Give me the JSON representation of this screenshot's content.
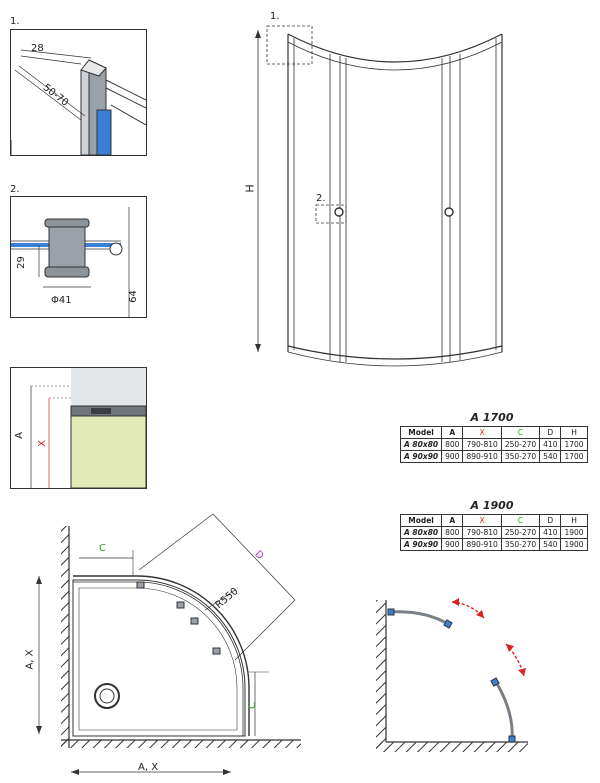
{
  "detail1": {
    "label": "1.",
    "dim_a": "28",
    "dim_b": "50-70"
  },
  "detail2": {
    "label": "2.",
    "dim_a": "29",
    "dim_b": "64",
    "dim_c": "Φ41"
  },
  "detail3": {
    "dim_a": "A",
    "dim_x": "X"
  },
  "front_view": {
    "marker1": "1.",
    "marker2": "2.",
    "height_label": "H"
  },
  "plan_view": {
    "dim_c": "C",
    "dim_d": "D",
    "radius": "R550",
    "dim_ax_left": "A, X",
    "dim_ax_bottom": "A, X",
    "dim_c_right": "C"
  },
  "tables": [
    {
      "title": "A 1700",
      "headers": [
        "Model",
        "A",
        "X",
        "C",
        "D",
        "H"
      ],
      "rows": [
        [
          "A 80x80",
          "800",
          "790-810",
          "250-270",
          "410",
          "1700"
        ],
        [
          "A 90x90",
          "900",
          "890-910",
          "350-270",
          "540",
          "1700"
        ]
      ]
    },
    {
      "title": "A 1900",
      "headers": [
        "Model",
        "A",
        "X",
        "C",
        "D",
        "H"
      ],
      "rows": [
        [
          "A 80x80",
          "800",
          "790-810",
          "250-270",
          "410",
          "1900"
        ],
        [
          "A 90x90",
          "900",
          "890-910",
          "350-270",
          "540",
          "1900"
        ]
      ]
    }
  ],
  "colors": {
    "x_header": "#e02020",
    "c_header": "#27a327",
    "d_label": "#b040c0",
    "tray": "#e2ebb8",
    "glass_blue": "#3a7fd5",
    "arrow_red": "#e02020"
  }
}
